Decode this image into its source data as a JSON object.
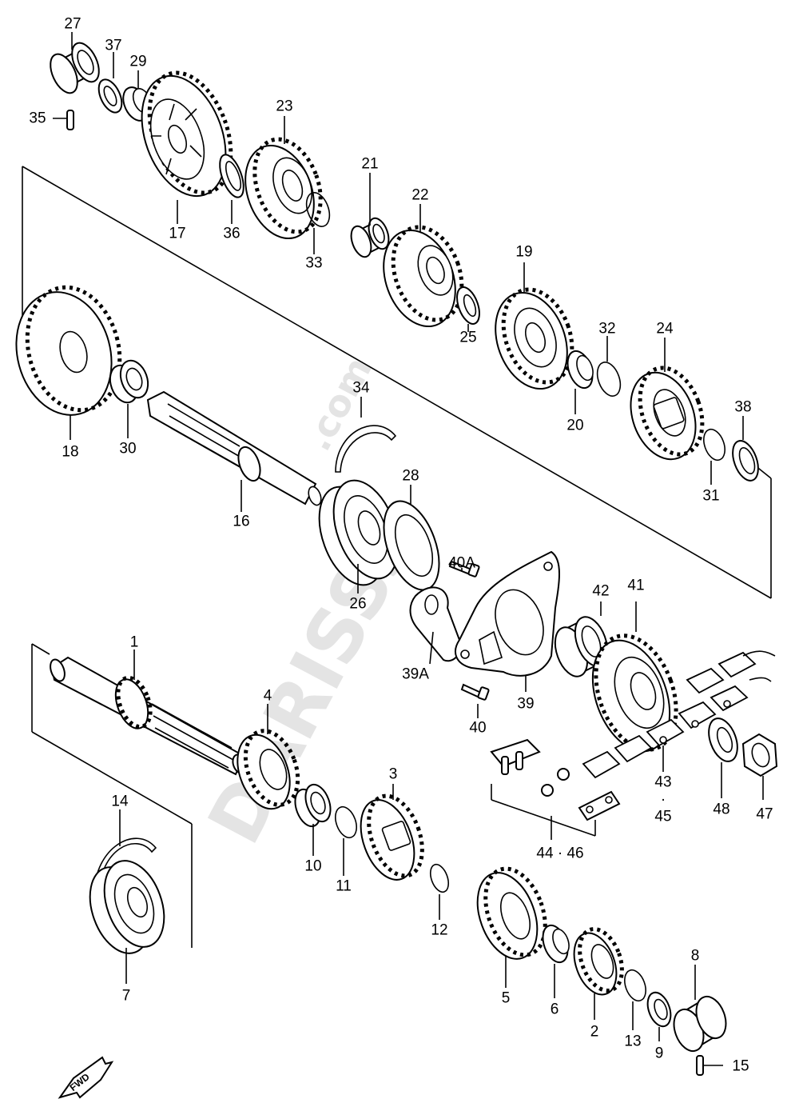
{
  "watermark": {
    "main": "DARISSS",
    "domain": ".com"
  },
  "direction": {
    "label": "FWD"
  },
  "labels": {
    "p1": "1",
    "p2": "2",
    "p3": "3",
    "p4": "4",
    "p5": "5",
    "p6": "6",
    "p7": "7",
    "p8": "8",
    "p9": "9",
    "p10": "10",
    "p11": "11",
    "p12": "12",
    "p13": "13",
    "p14": "14",
    "p15": "15",
    "p16": "16",
    "p17": "17",
    "p18": "18",
    "p19": "19",
    "p20": "20",
    "p21": "21",
    "p22": "22",
    "p23": "23",
    "p24": "24",
    "p25": "25",
    "p26": "26",
    "p27": "27",
    "p28": "28",
    "p29": "29",
    "p30": "30",
    "p31": "31",
    "p32": "32",
    "p33": "33",
    "p34": "34",
    "p35": "35",
    "p36": "36",
    "p37": "37",
    "p38": "38",
    "p39": "39",
    "p39A": "39A",
    "p40": "40",
    "p40A": "40A",
    "p41": "41",
    "p42": "42",
    "p43": "43",
    "p43dot": "·",
    "p45": "45",
    "p44_46": "44 · 46",
    "p47": "47",
    "p48": "48"
  }
}
